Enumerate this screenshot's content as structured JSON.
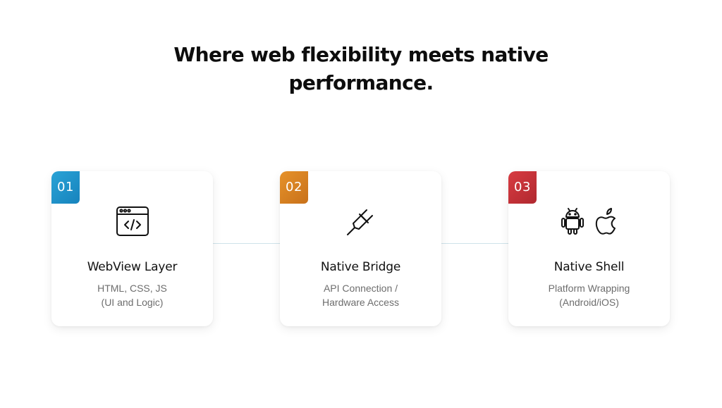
{
  "title": {
    "line1": "Where web flexibility meets native",
    "line2": "performance."
  },
  "cards": [
    {
      "number": "01",
      "badge_color": "#1e96cc",
      "icon": "browser-code-icon",
      "title": "WebView Layer",
      "desc_line1": "HTML, CSS, JS",
      "desc_line2": "(UI and Logic)"
    },
    {
      "number": "02",
      "badge_color": "#d9831f",
      "icon": "plug-icon",
      "title": "Native Bridge",
      "desc_line1": "API Connection /",
      "desc_line2": "Hardware Access"
    },
    {
      "number": "03",
      "badge_color": "#c8333b",
      "icons": [
        "android-icon",
        "apple-icon"
      ],
      "title": "Native Shell",
      "desc_line1": "Platform Wrapping",
      "desc_line2": "(Android/iOS)"
    }
  ],
  "colors": {
    "connector": "#cfe3ea",
    "badge_01": "#1e96cc",
    "badge_02": "#d9831f",
    "badge_03": "#c8333b"
  }
}
